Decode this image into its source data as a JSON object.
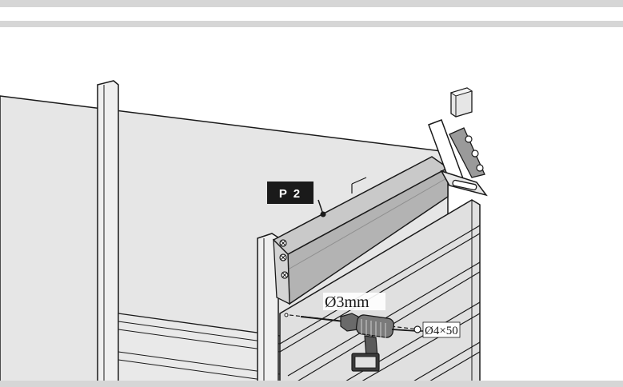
{
  "figure": {
    "part_label": "P 2",
    "drill_size": "Ø3mm",
    "screw_size": "Ø4×50"
  },
  "colors": {
    "band": "#d6d6d6",
    "wall": "#e6e6e6",
    "rail": "#b3b3b3",
    "rail_dark": "#8f8f8f",
    "line": "#1a1a1a",
    "label_bg": "#1a1a1a",
    "label_fg": "#ffffff"
  },
  "icons": [
    "power-drill-icon",
    "screw-icon",
    "corner-bracket-icon",
    "wood-block-icon",
    "screw-head-icon"
  ]
}
